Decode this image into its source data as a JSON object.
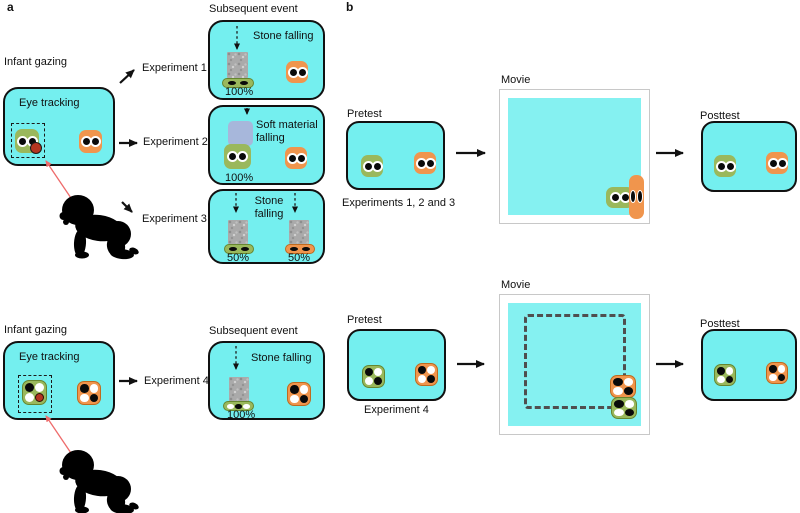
{
  "figure": {
    "panel_a_label": "a",
    "panel_b_label": "b"
  },
  "panel_a": {
    "top": {
      "infant_gazing": "Infant gazing",
      "eye_tracking": "Eye tracking",
      "experiment_labels": [
        "Experiment 1",
        "Experiment 2",
        "Experiment 3"
      ],
      "subsequent_event": "Subsequent event",
      "event_boxes": [
        {
          "title": "Stone falling",
          "percent_left": "100%"
        },
        {
          "title": "Soft material falling",
          "percent_left": "100%"
        },
        {
          "title": "Stone falling",
          "percent_left": "50%",
          "percent_right": "50%"
        }
      ]
    },
    "bottom": {
      "infant_gazing": "Infant gazing",
      "eye_tracking": "Eye tracking",
      "experiment_label": "Experiment 4",
      "subsequent_event": "Subsequent event",
      "event_box": {
        "title": "Stone falling",
        "percent_left": "100%"
      }
    }
  },
  "panel_b": {
    "row1": {
      "pretest": "Pretest",
      "caption": "Experiments 1, 2 and 3",
      "movie": "Movie",
      "posttest": "Posttest"
    },
    "row2": {
      "pretest": "Pretest",
      "caption": "Experiment 4",
      "movie": "Movie",
      "posttest": "Posttest"
    }
  },
  "colors": {
    "cyan": "#74efef",
    "cyan_light": "#85f1f1",
    "green": "#9ab85c",
    "green_dark": "#66862f",
    "orange": "#f0954d",
    "orange_dark": "#bf6a1e",
    "red_dot": "#b33520",
    "gaze_arrow": "#ee6b6b",
    "ink": "#111111",
    "soft_material": "#a7b7db",
    "stone": "#aaaaaa",
    "trajectory": "#4f4f4f"
  }
}
